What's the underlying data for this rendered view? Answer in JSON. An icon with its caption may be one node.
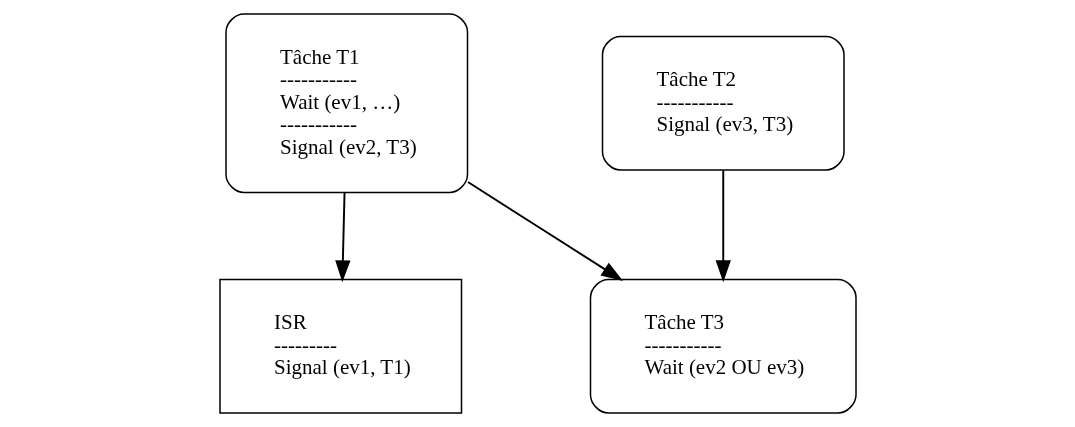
{
  "diagram": {
    "nodes": [
      {
        "text": [
          "ISR",
          "---------",
          "Signal (ev1, T1)"
        ]
      },
      {
        "text": [
          "Tâche T1",
          "-----------",
          "Wait (ev1, …)",
          "-----------",
          "Signal (ev2, T3)"
        ]
      },
      {
        "text": [
          "Tâche T3",
          "-----------",
          "Wait (ev2 OU ev3)"
        ]
      },
      {
        "text": [
          "Tâche T2",
          "-----------",
          "Signal (ev3, T3)"
        ]
      }
    ],
    "edges": [
      {
        "from": 1,
        "to": 0,
        "arrow": "to"
      },
      {
        "from": 1,
        "to": 2,
        "arrow": "to"
      },
      {
        "from": 3,
        "to": 2,
        "arrow": "to"
      }
    ]
  }
}
